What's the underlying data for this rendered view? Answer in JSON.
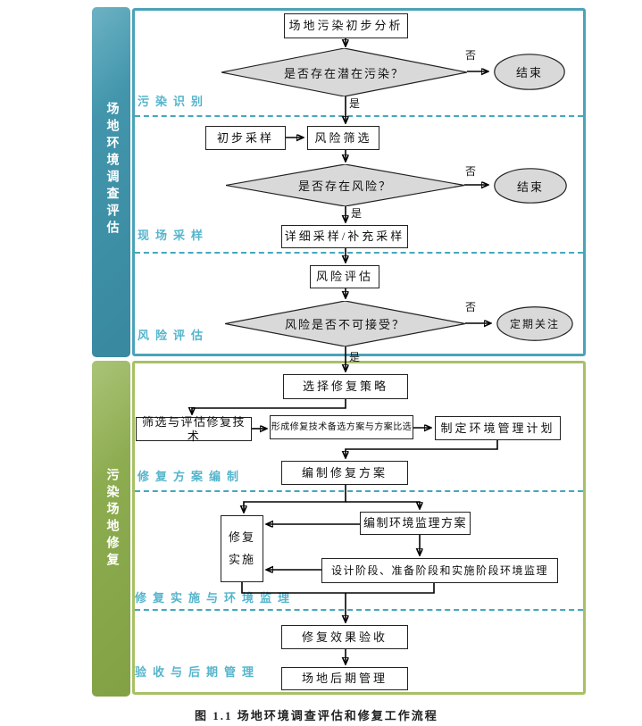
{
  "caption": "图 1.1 场地环境调查评估和修复工作流程",
  "edge_labels": {
    "yes": "是",
    "no": "否"
  },
  "top_section": {
    "bar_label": "场地环境调查评估",
    "phase_labels": [
      "污染识别",
      "现场采样",
      "风险评估"
    ]
  },
  "bottom_section": {
    "bar_label": "污染场地修复",
    "phase_labels": [
      "修复方案编制",
      "修复实施与环境监理",
      "验收与后期管理"
    ]
  },
  "nodes": {
    "start_analysis": "场地污染初步分析",
    "q_potential_pollution": "是否存在潜在污染？",
    "end_1": "结束",
    "preliminary_sampling": "初步采样",
    "risk_screening": "风险筛选",
    "q_risk_exists": "是否存在风险？",
    "end_2": "结束",
    "detailed_sampling": "详细采样/补充采样",
    "risk_assessment": "风险评估",
    "q_risk_unacceptable": "风险是否不可接受？",
    "periodic_attention": "定期关注",
    "select_strategy": "选择修复策略",
    "screen_evaluate_tech": "筛选与评估修复技术",
    "form_alternatives": "形成修复技术备选方案与方案比选",
    "env_mgmt_plan": "制定环境管理计划",
    "compile_plan": "编制修复方案",
    "impl_line1": "修复",
    "impl_line2": "实施",
    "supervision_plan": "编制环境监理方案",
    "stage_supervision": "设计阶段、准备阶段和实施阶段环境监理",
    "effect_acceptance": "修复效果验收",
    "post_management": "场地后期管理"
  },
  "colors": {
    "teal_bar": "#3E92A9",
    "teal_frame_border": "#4BA3B8",
    "dashed_separator": "#44A8BE",
    "phase_label_text": "#55B5CC",
    "green_bar": "#8CAB4F",
    "green_frame_border": "#A7C065",
    "decision_fill": "#D9D9D9",
    "node_border": "#222222"
  }
}
